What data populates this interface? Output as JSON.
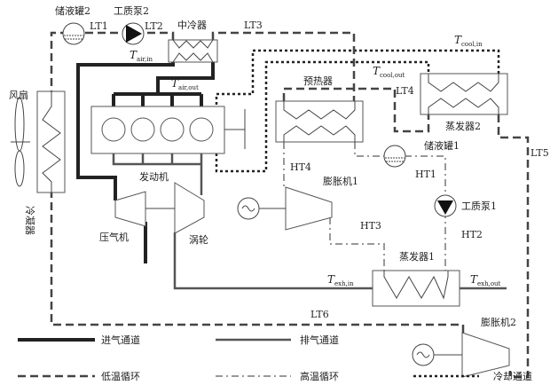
{
  "labels": {
    "tank2": "储液罐2",
    "pump2": "工质泵2",
    "intercooler": "中冷器",
    "lt1": "LT1",
    "lt2": "LT2",
    "lt3": "LT3",
    "lt4": "LT4",
    "lt5": "LT5",
    "lt6": "LT6",
    "ht1": "HT1",
    "ht2": "HT2",
    "ht3": "HT3",
    "ht4": "HT4",
    "fan": "风扇",
    "condenser": "冷凝器",
    "engine": "发动机",
    "compressor": "压气机",
    "turbine": "涡轮",
    "preheater": "预热器",
    "evaporator2": "蒸发器2",
    "tank1": "储液罐1",
    "expander1": "膨胀机1",
    "pump1": "工质泵1",
    "evaporator1": "蒸发器1",
    "expander2": "膨胀机2"
  },
  "temps": {
    "air_in": {
      "T": "T",
      "sub": "air,in"
    },
    "air_out": {
      "T": "T",
      "sub": "air,out"
    },
    "cool_in": {
      "T": "T",
      "sub": "cool,in"
    },
    "cool_out": {
      "T": "T",
      "sub": "cool,out"
    },
    "exh_in": {
      "T": "T",
      "sub": "exh,in"
    },
    "exh_out": {
      "T": "T",
      "sub": "exh,out"
    }
  },
  "legend": [
    {
      "label": "进气通道",
      "style": "thick-solid",
      "color": "#222222"
    },
    {
      "label": "排气通道",
      "style": "solid",
      "color": "#555555"
    },
    {
      "label": "低温循环",
      "style": "dashed",
      "color": "#444444"
    },
    {
      "label": "高温循环",
      "style": "dash-dot",
      "color": "#999999"
    },
    {
      "label": "冷却通道",
      "style": "dotted",
      "color": "#222222"
    }
  ]
}
